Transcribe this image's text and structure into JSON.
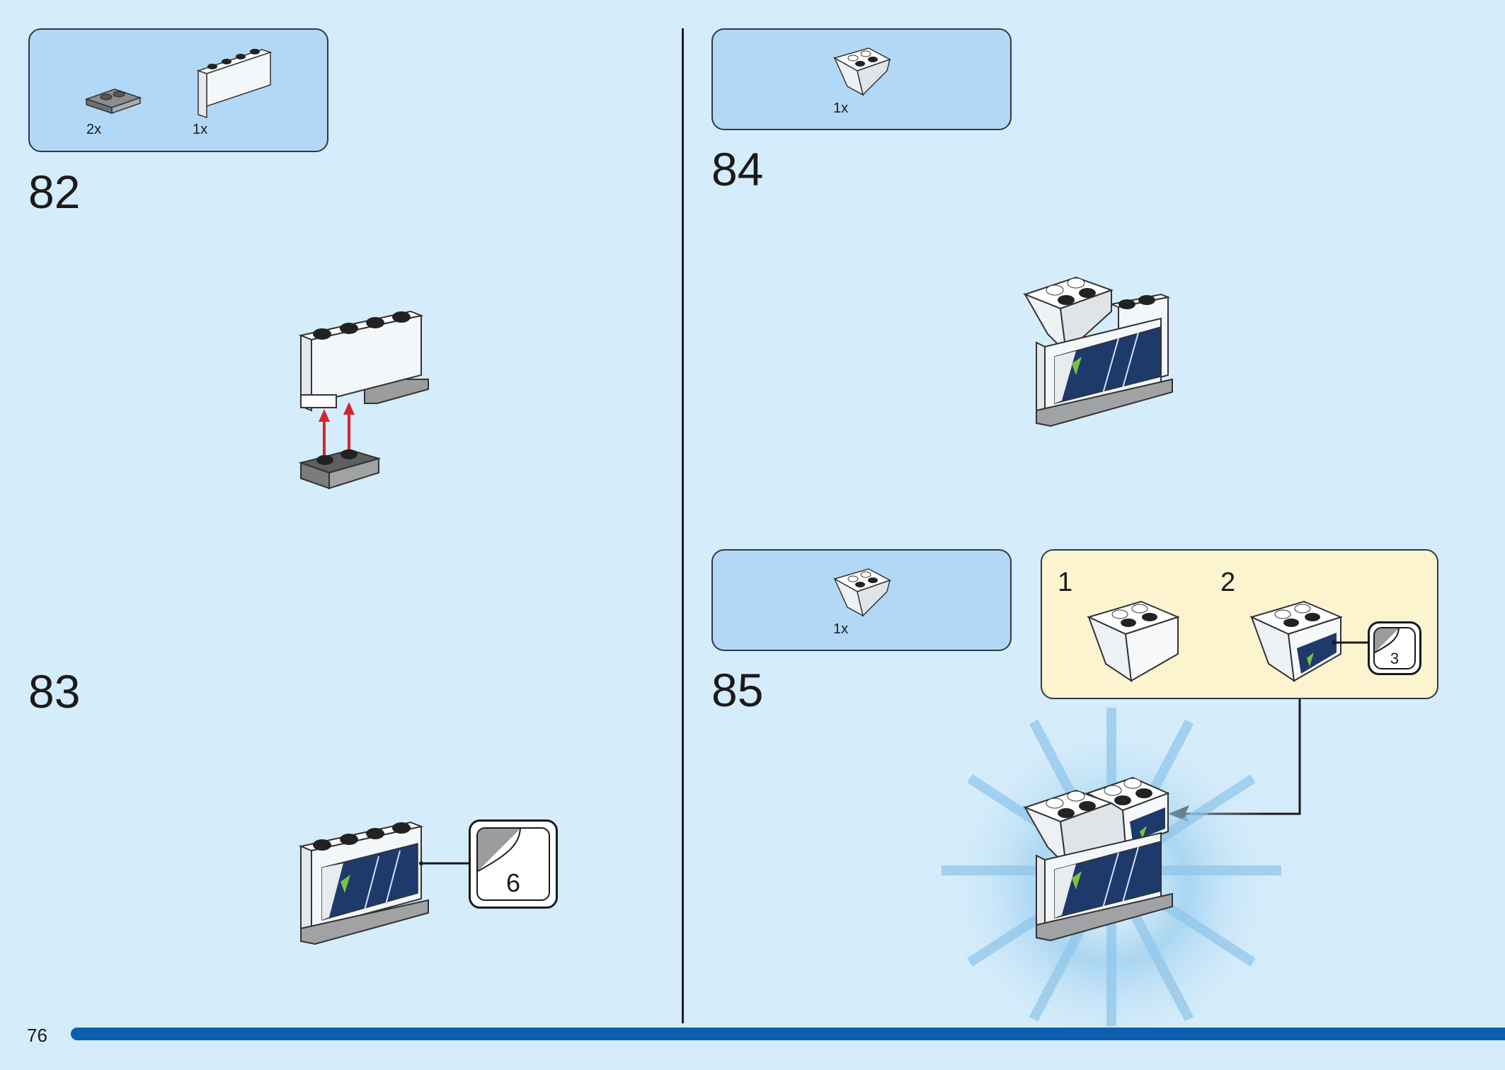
{
  "page": {
    "number": "76",
    "progress": 1.0
  },
  "steps": [
    {
      "id": 82,
      "label": "82",
      "parts": [
        {
          "name": "gray-plate-1x2-jumper",
          "qty": "2x"
        },
        {
          "name": "white-panel-1x4x2",
          "qty": "1x"
        }
      ]
    },
    {
      "id": 83,
      "label": "83",
      "sticker": "6"
    },
    {
      "id": 84,
      "label": "84",
      "parts": [
        {
          "name": "white-inverted-slope-2x2",
          "qty": "1x"
        }
      ]
    },
    {
      "id": 85,
      "label": "85",
      "parts": [
        {
          "name": "white-inverted-slope-2x2",
          "qty": "1x"
        }
      ],
      "substeps": [
        {
          "label": "1"
        },
        {
          "label": "2",
          "sticker": "3"
        }
      ]
    }
  ],
  "colors": {
    "background": "#d5ecfa",
    "parts_box": "#b2d8f5",
    "callout": "#fcf3cf",
    "progress": "#0b5fae",
    "arrow": "#d12630"
  }
}
